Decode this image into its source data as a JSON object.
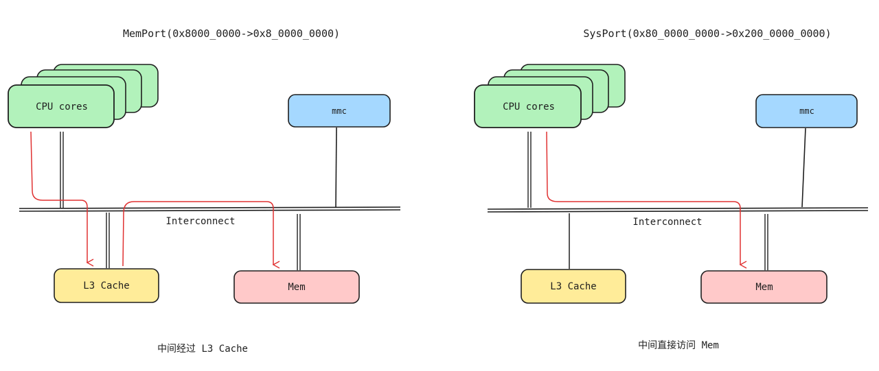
{
  "colors": {
    "cpu_fill": "#b2f2bb",
    "mmc_fill": "#a5d8ff",
    "l3_fill": "#ffec99",
    "mem_fill": "#ffc9c9",
    "stroke": "#1e1e1e",
    "path_red": "#e03131"
  },
  "left": {
    "title": "MemPort(0x8000_0000->0x8_0000_0000)",
    "cpu_label": "CPU cores",
    "mmc_label": "mmc",
    "bus_label": "Interconnect",
    "l3_label": "L3 Cache",
    "mem_label": "Mem",
    "caption": "中间经过 L3 Cache"
  },
  "right": {
    "title": "SysPort(0x80_0000_0000->0x200_0000_0000)",
    "cpu_label": "CPU cores",
    "mmc_label": "mmc",
    "bus_label": "Interconnect",
    "l3_label": "L3 Cache",
    "mem_label": "Mem",
    "caption": "中间直接访问 Mem"
  }
}
